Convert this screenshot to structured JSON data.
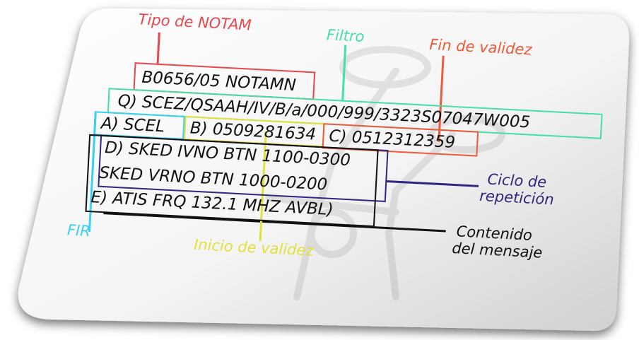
{
  "notam": {
    "line_1": "B0656/05 NOTAMN",
    "line_q": "Q) SCEZ/QSAAH/IV/B/a/000/999/3323S07047W005",
    "field_a": "A) SCEL",
    "field_b": "B) 0509281634",
    "field_c": "C) 0512312359",
    "field_d1": "D) SKED IVNO BTN 1100-0300",
    "field_d2": "SKED VRNO BTN 1000-0200",
    "field_e": "E) ATIS FRQ 132.1 MHZ AVBL)"
  },
  "labels": {
    "tipo": "Tipo de NOTAM",
    "filtro": "Filtro",
    "fin": "Fin de validez",
    "ciclo_1": "Ciclo de",
    "ciclo_2": "repetición",
    "contenido_1": "Contenido",
    "contenido_2": "del mensaje",
    "fir": "FIR",
    "inicio": "Inicio de validez"
  },
  "colors": {
    "tipo": "#e8474c",
    "filtro": "#45e0a8",
    "fin": "#ef5a3a",
    "ciclo": "#2e2680",
    "contenido": "#111111",
    "fir": "#3ad0f0",
    "inicio": "#e0e23c"
  }
}
